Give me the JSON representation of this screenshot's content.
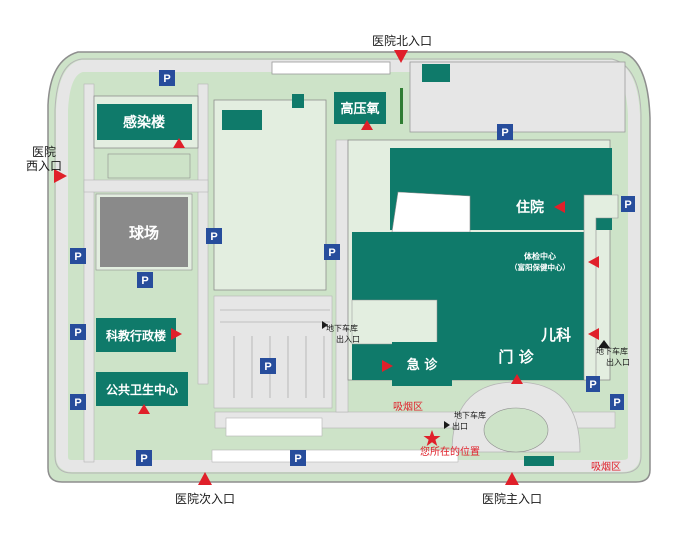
{
  "map": {
    "colors": {
      "ground": "#cde3c8",
      "road": "#e6e6e6",
      "road_edge": "#b5b5b5",
      "building_light": "#e3eee0",
      "building_teal": "#0f7a6a",
      "building_dark": "#0a6455",
      "outline": "#8e8e8e",
      "marker_red": "#e0202a",
      "parking_blue": "#274d9c",
      "court_gray": "#8a8a8a"
    },
    "buildings": {
      "infection": "感染楼",
      "hyperbaric": "高压氧",
      "inpatient": "住院",
      "checkup_line1": "体检中心",
      "checkup_line2": "（富阳保健中心）",
      "pediatrics": "儿科",
      "emergency": "急  诊",
      "outpatient": "门  诊",
      "court": "球场",
      "admin": "科教行政楼",
      "public_health": "公共卫生中心"
    },
    "entrances": {
      "north": "医院北入口",
      "west_line1": "医院",
      "west_line2": "西入口",
      "secondary": "医院次入口",
      "main": "医院主入口"
    },
    "garage": {
      "line1": "地下车库",
      "line2": "出入口",
      "line2b": "出口"
    },
    "smoking": "吸烟区",
    "you_are_here": "您所在的位置",
    "parking_symbol": "P",
    "icons": {
      "parking": "parking-icon",
      "marker": "red-triangle-marker-icon",
      "location": "star-location-icon",
      "arrow": "black-triangle-arrow-icon"
    }
  }
}
